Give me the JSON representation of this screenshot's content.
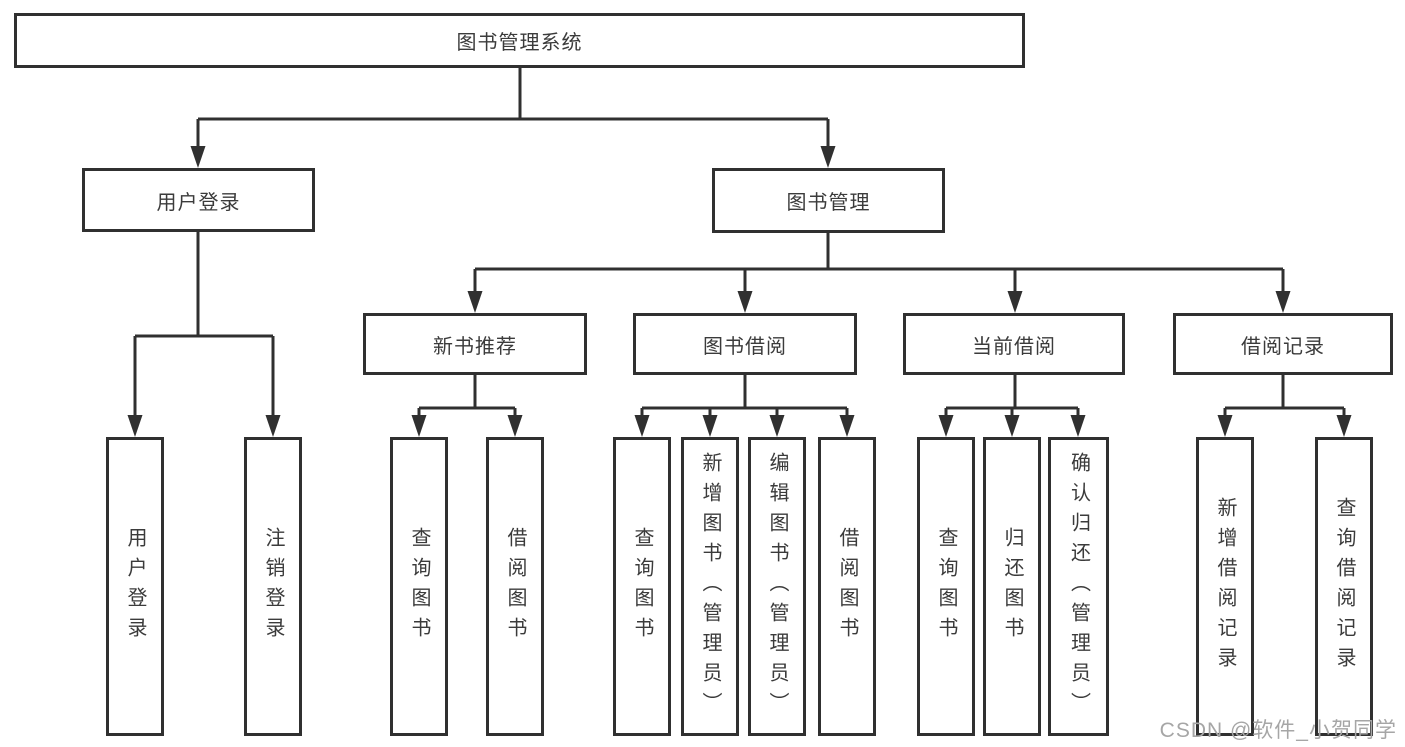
{
  "diagram": {
    "root": "图书管理系统",
    "level2": [
      "用户登录",
      "图书管理"
    ],
    "level3": [
      "新书推荐",
      "图书借阅",
      "当前借阅",
      "借阅记录"
    ],
    "leaves_user_login": [
      "用户登录",
      "注销登录"
    ],
    "leaves_new_book": [
      "查询图书",
      "借阅图书"
    ],
    "leaves_book_borrow": [
      "查询图书",
      "新增图书（管理员）",
      "编辑图书（管理员）",
      "借阅图书"
    ],
    "leaves_current_borrow": [
      "查询图书",
      "归还图书",
      "确认归还（管理员）"
    ],
    "leaves_records": [
      "新增借阅记录",
      "查询借阅记录"
    ]
  },
  "watermark": "CSDN @软件_小贺同学",
  "colors": {
    "line": "#303030",
    "box_border": "#303030",
    "box_background": "#ffffff",
    "text": "#3b3b3b",
    "watermark": "#a6a6a6",
    "page_background": "#ffffff"
  }
}
